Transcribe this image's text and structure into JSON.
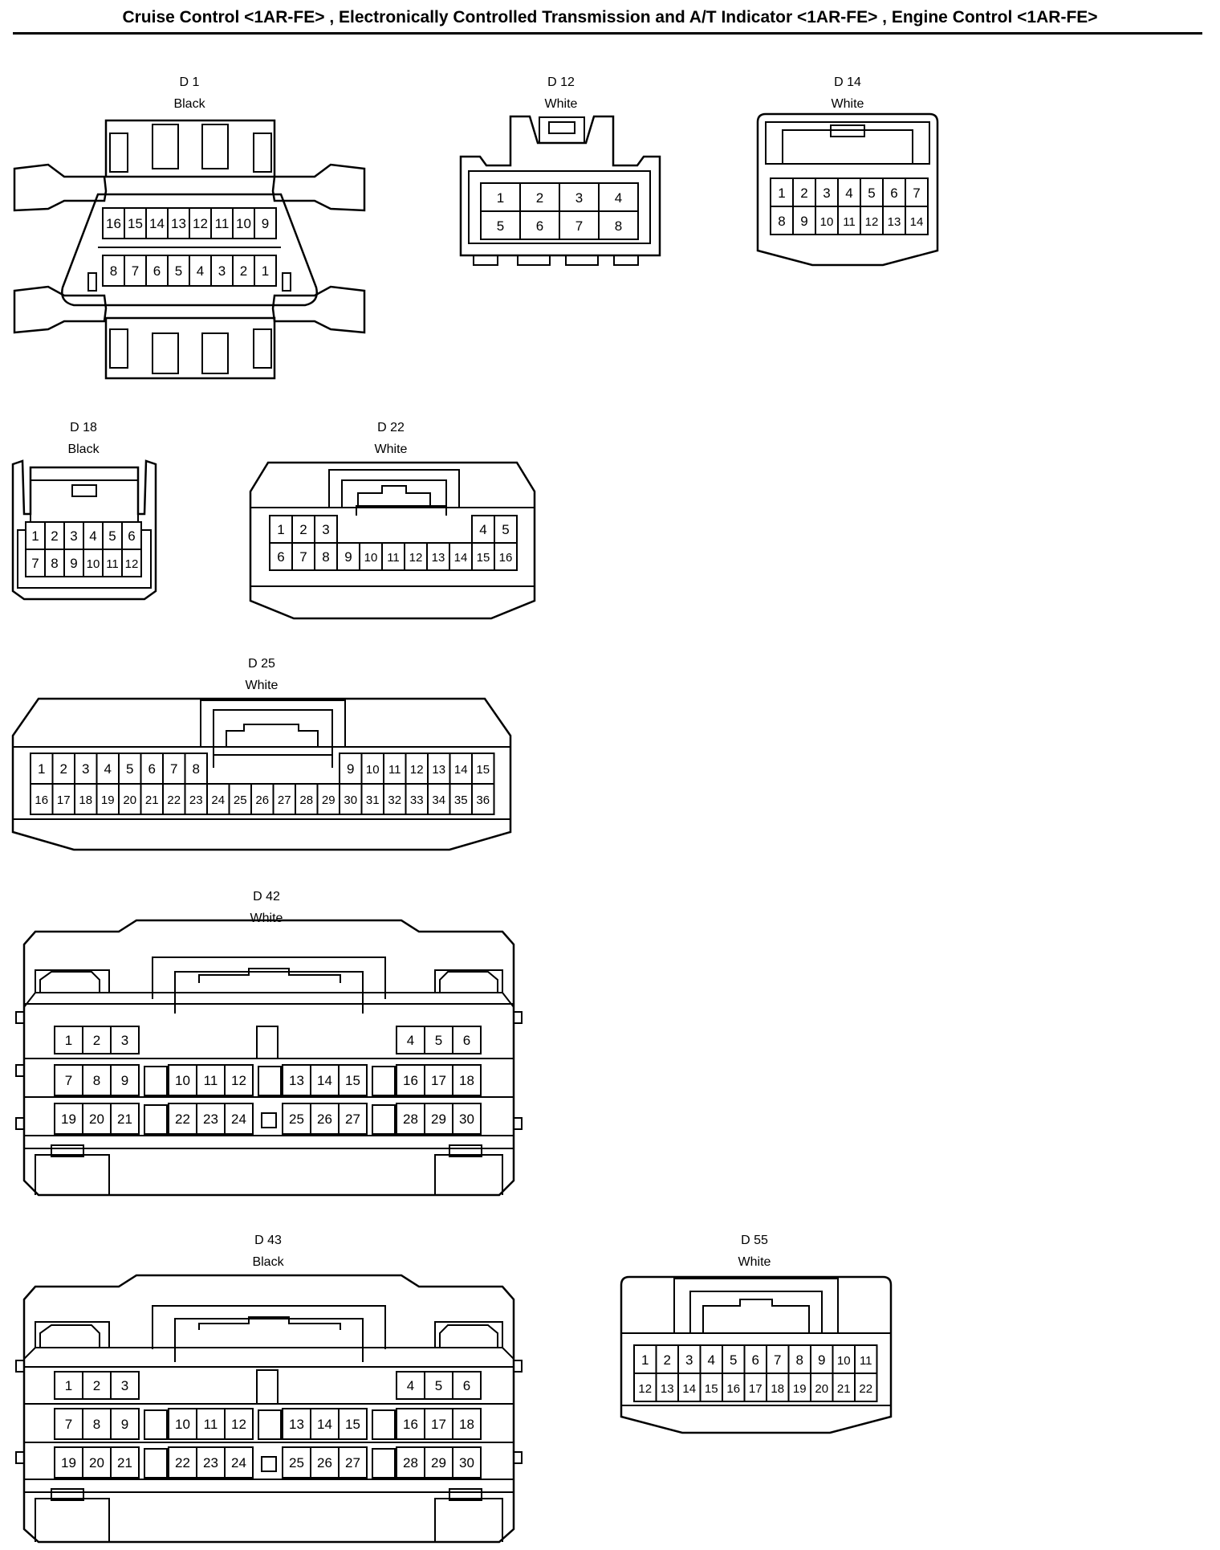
{
  "page": {
    "title": "Cruise Control <1AR-FE> , Electronically Controlled Transmission and A/T Indicator <1AR-FE> , Engine Control <1AR-FE>"
  },
  "connectors": [
    {
      "id": "D 1",
      "color": "Black",
      "rows": [
        [
          "16",
          "15",
          "14",
          "13",
          "12",
          "11",
          "10",
          "9"
        ],
        [
          "8",
          "7",
          "6",
          "5",
          "4",
          "3",
          "2",
          "1"
        ]
      ]
    },
    {
      "id": "D 12",
      "color": "White",
      "rows": [
        [
          "1",
          "2",
          "3",
          "4"
        ],
        [
          "5",
          "6",
          "7",
          "8"
        ]
      ]
    },
    {
      "id": "D 14",
      "color": "White",
      "rows": [
        [
          "1",
          "2",
          "3",
          "4",
          "5",
          "6",
          "7"
        ],
        [
          "8",
          "9",
          "10",
          "11",
          "12",
          "13",
          "14"
        ]
      ]
    },
    {
      "id": "D 18",
      "color": "Black",
      "rows": [
        [
          "1",
          "2",
          "3",
          "4",
          "5",
          "6"
        ],
        [
          "7",
          "8",
          "9",
          "10",
          "11",
          "12"
        ]
      ]
    },
    {
      "id": "D 22",
      "color": "White",
      "rows": [
        [
          "1",
          "2",
          "3",
          "",
          "",
          "",
          "",
          "",
          "",
          "4",
          "5"
        ],
        [
          "6",
          "7",
          "8",
          "9",
          "10",
          "11",
          "12",
          "13",
          "14",
          "15",
          "16"
        ]
      ]
    },
    {
      "id": "D 25",
      "color": "White",
      "rows": [
        [
          "1",
          "2",
          "3",
          "4",
          "5",
          "6",
          "7",
          "8",
          "",
          "",
          "",
          "",
          "",
          "",
          "9",
          "10",
          "11",
          "12",
          "13",
          "14",
          "15"
        ],
        [
          "16",
          "17",
          "18",
          "19",
          "20",
          "21",
          "22",
          "23",
          "24",
          "25",
          "26",
          "27",
          "28",
          "29",
          "30",
          "31",
          "32",
          "33",
          "34",
          "35",
          "36"
        ]
      ]
    },
    {
      "id": "D 42",
      "color": "White",
      "rows": [
        [
          "1",
          "2",
          "3",
          "",
          "",
          "",
          "",
          "",
          "",
          "",
          "",
          "",
          "",
          "",
          "4",
          "5",
          "6"
        ],
        [
          "7",
          "8",
          "9",
          "",
          "10",
          "11",
          "12",
          "",
          "13",
          "14",
          "15",
          "",
          "16",
          "17",
          "18"
        ],
        [
          "19",
          "20",
          "21",
          "",
          "22",
          "23",
          "24",
          "",
          "25",
          "26",
          "27",
          "",
          "28",
          "29",
          "30"
        ]
      ]
    },
    {
      "id": "D 43",
      "color": "Black",
      "rows": [
        [
          "1",
          "2",
          "3",
          "",
          "",
          "",
          "",
          "",
          "",
          "",
          "",
          "",
          "",
          "",
          "4",
          "5",
          "6"
        ],
        [
          "7",
          "8",
          "9",
          "",
          "10",
          "11",
          "12",
          "",
          "13",
          "14",
          "15",
          "",
          "16",
          "17",
          "18"
        ],
        [
          "19",
          "20",
          "21",
          "",
          "22",
          "23",
          "24",
          "",
          "25",
          "26",
          "27",
          "",
          "28",
          "29",
          "30"
        ]
      ]
    },
    {
      "id": "D 55",
      "color": "White",
      "rows": [
        [
          "1",
          "2",
          "3",
          "4",
          "5",
          "6",
          "7",
          "8",
          "9",
          "10",
          "11"
        ],
        [
          "12",
          "13",
          "14",
          "15",
          "16",
          "17",
          "18",
          "19",
          "20",
          "21",
          "22"
        ]
      ]
    }
  ]
}
